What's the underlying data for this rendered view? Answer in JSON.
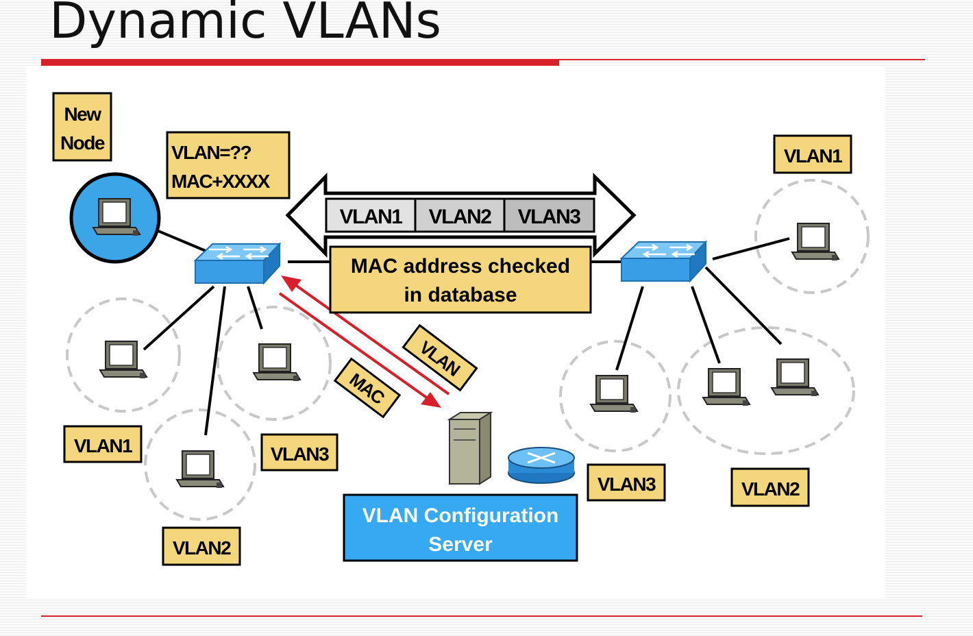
{
  "slide": {
    "title": "Dynamic VLANs"
  },
  "diagram": {
    "new_node_label": [
      "New",
      "Node"
    ],
    "query_label": [
      "VLAN=??",
      "MAC+XXXX"
    ],
    "trunk_segments": [
      "VLAN1",
      "VLAN2",
      "VLAN3"
    ],
    "check_label": [
      "MAC address checked",
      "in database"
    ],
    "request_tag": "MAC",
    "response_tag": "VLAN",
    "server_label": [
      "VLAN Configuration",
      "Server"
    ],
    "left_groups": {
      "vlan1": "VLAN1",
      "vlan2": "VLAN2",
      "vlan3": "VLAN3"
    },
    "right_groups": {
      "vlan1": "VLAN1",
      "vlan2": "VLAN2",
      "vlan3": "VLAN3"
    },
    "colors": {
      "label_fill": "#f4d67c",
      "accent_red": "#d7202a",
      "switch_blue": "#3a9ee6",
      "server_box": "#37a9f2",
      "new_node_highlight": "#3aa6e8"
    }
  }
}
